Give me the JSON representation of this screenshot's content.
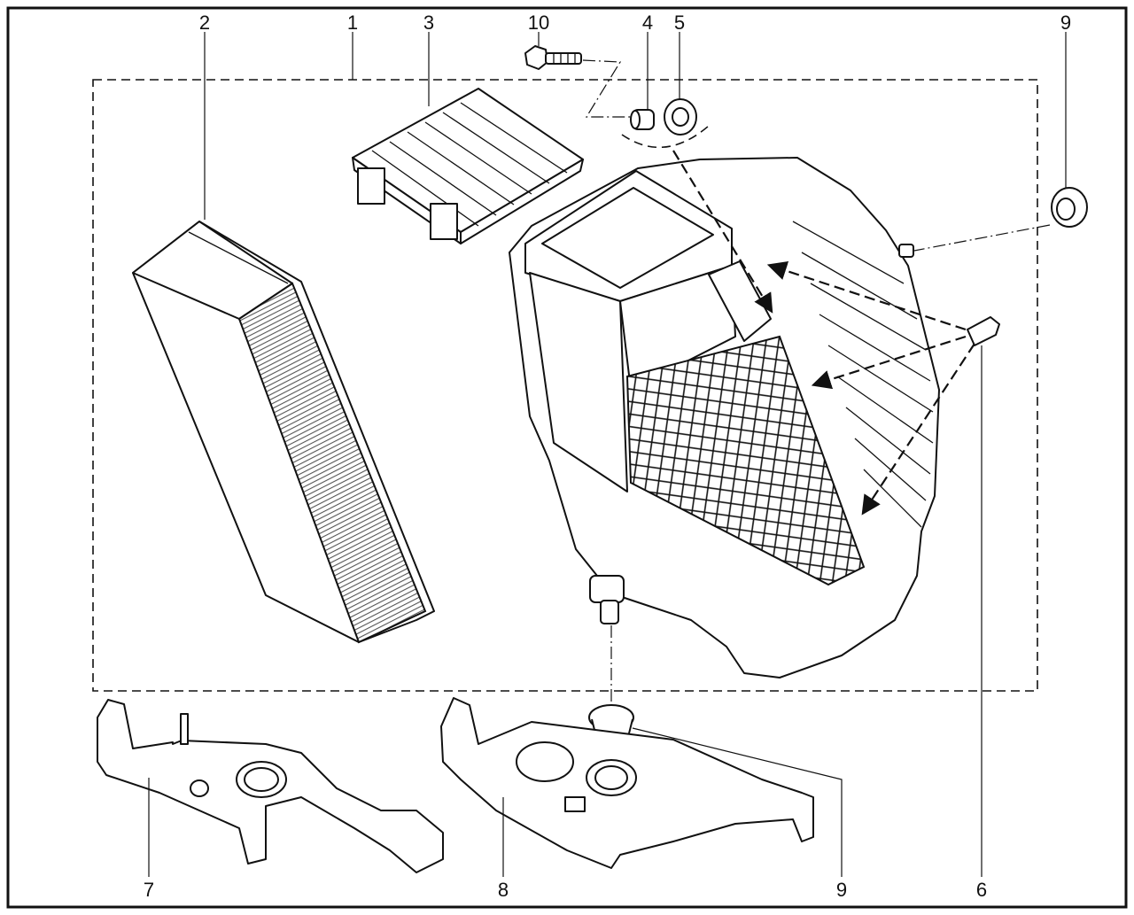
{
  "callouts": [
    {
      "id": "c1",
      "label": "1"
    },
    {
      "id": "c2",
      "label": "2"
    },
    {
      "id": "c3",
      "label": "3"
    },
    {
      "id": "c4",
      "label": "4"
    },
    {
      "id": "c5",
      "label": "5"
    },
    {
      "id": "c6",
      "label": "6"
    },
    {
      "id": "c7",
      "label": "7"
    },
    {
      "id": "c8",
      "label": "8"
    },
    {
      "id": "c9a",
      "label": "9"
    },
    {
      "id": "c9b",
      "label": "9"
    },
    {
      "id": "c10",
      "label": "10"
    }
  ],
  "colors": {
    "ink": "#111111",
    "background": "#ffffff",
    "filter_pleats": "#6a6a6a"
  }
}
